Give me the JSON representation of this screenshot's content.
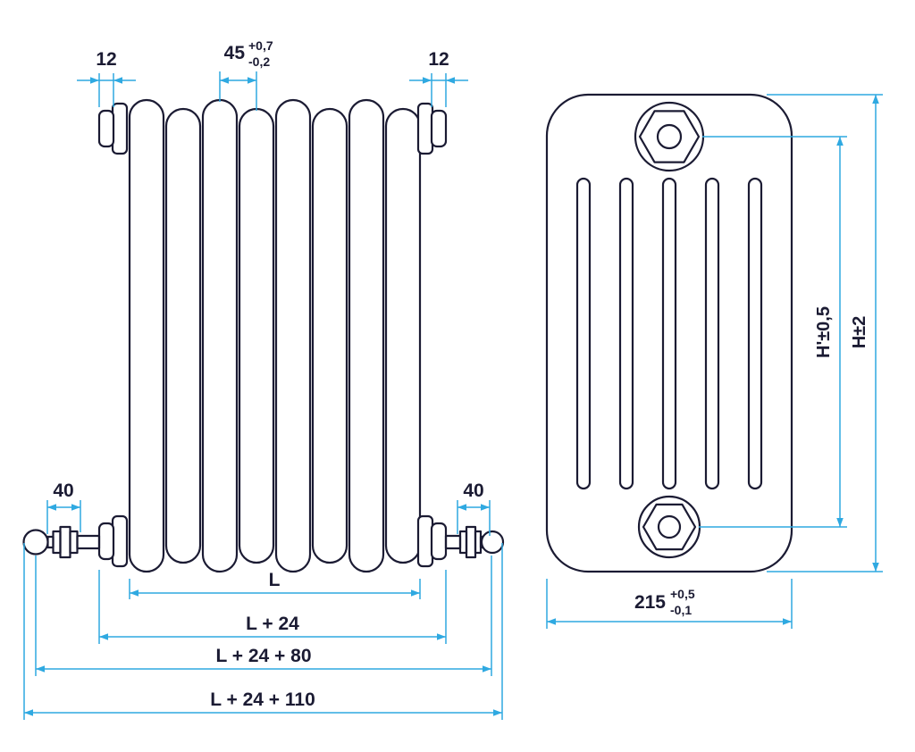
{
  "colors": {
    "line": "#1b1b33",
    "dimension": "#2fa9e1",
    "background": "#ffffff"
  },
  "front_view": {
    "dims": {
      "cap_left": "12",
      "cap_right": "12",
      "pitch": "45",
      "pitch_tol_plus": "+0,7",
      "pitch_tol_minus": "-0,2",
      "valve_left": "40",
      "valve_right": "40",
      "length": "L",
      "length_caps": "L + 24",
      "length_valves": "L + 24 + 80",
      "length_overall": "L + 24 + 110"
    }
  },
  "side_view": {
    "dims": {
      "height_connections": "H'±0,5",
      "height_overall": "H±2",
      "depth": "215",
      "depth_tol_plus": "+0,5",
      "depth_tol_minus": "-0,1"
    }
  }
}
